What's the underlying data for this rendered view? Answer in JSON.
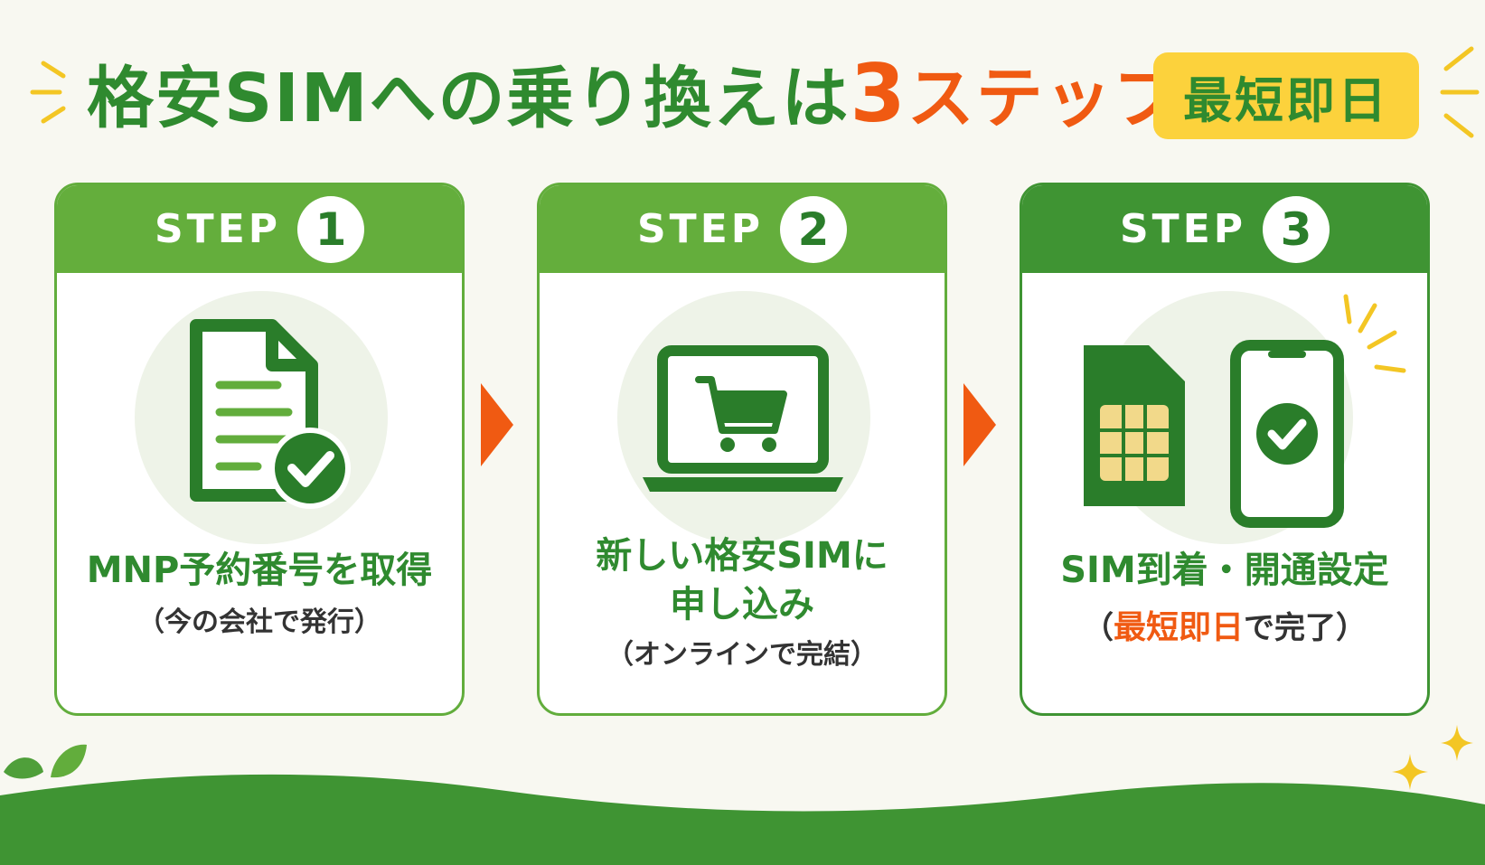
{
  "title": {
    "prefix": "格安SIMへの乗り換えは",
    "number": "3",
    "suffix": "ステップ",
    "badge": "最短即日"
  },
  "steps": [
    {
      "label": "STEP",
      "number": "1",
      "icon": "document-check-icon",
      "main_line1": "MNP予約番号を取得",
      "sub": "（今の会社で発行）"
    },
    {
      "label": "STEP",
      "number": "2",
      "icon": "laptop-cart-icon",
      "main_line1": "新しい格安SIMに",
      "main_line2": "申し込み",
      "sub": "（オンラインで完結）"
    },
    {
      "label": "STEP",
      "number": "3",
      "icon": "sim-phone-icon",
      "main_line1": "SIM到着・開通設定",
      "sub_open": "（",
      "sub_accent": "最短即日",
      "sub_close": "で完了）"
    }
  ],
  "colors": {
    "green": "#2f8a2f",
    "light_green": "#64ae3c",
    "orange": "#f05a12",
    "yellow": "#fcd23c"
  }
}
